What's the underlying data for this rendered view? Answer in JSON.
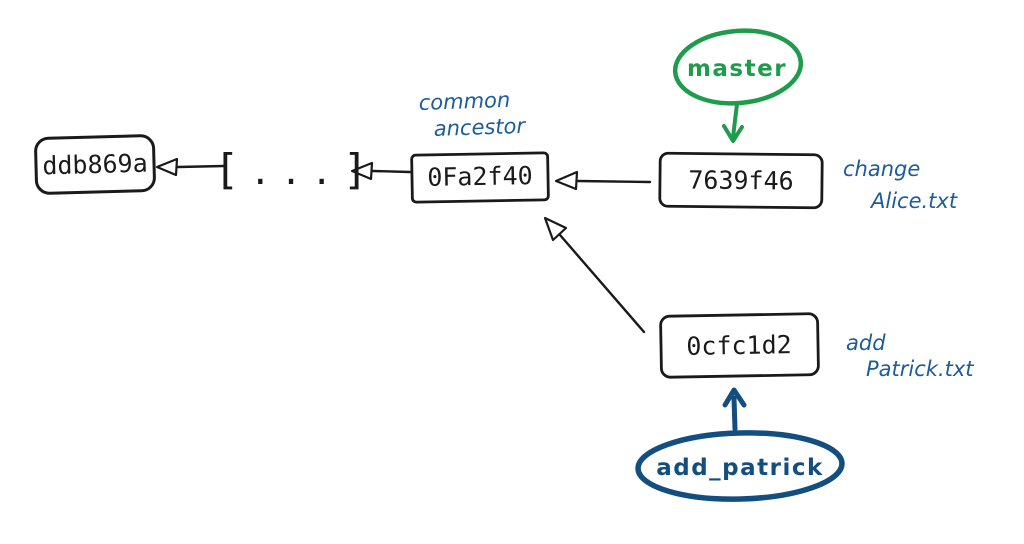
{
  "colors": {
    "ink": "#1a1a1a",
    "annotation_blue": "#1c5c9c",
    "master_green": "#1e9c4b",
    "branch_navy": "#134e80",
    "background": "#ffffff"
  },
  "nodes": {
    "oldest": {
      "id": "ddb869a"
    },
    "ellipsis": {
      "label": "[ . . . ]"
    },
    "common_ancestor": {
      "id": "0Fa2f40",
      "note": {
        "line1": "common",
        "line2": "ancestor"
      }
    },
    "master_tip": {
      "id": "7639f46",
      "note": {
        "line1": "change",
        "line2": "Alice.txt"
      }
    },
    "branch_tip": {
      "id": "0cfc1d2",
      "note": {
        "line1": "add",
        "line2": "Patrick.txt"
      }
    }
  },
  "branches": {
    "master": {
      "label": "master",
      "color": "#1e9c4b"
    },
    "add_patrick": {
      "label": "add_patrick",
      "color": "#134e80"
    }
  }
}
